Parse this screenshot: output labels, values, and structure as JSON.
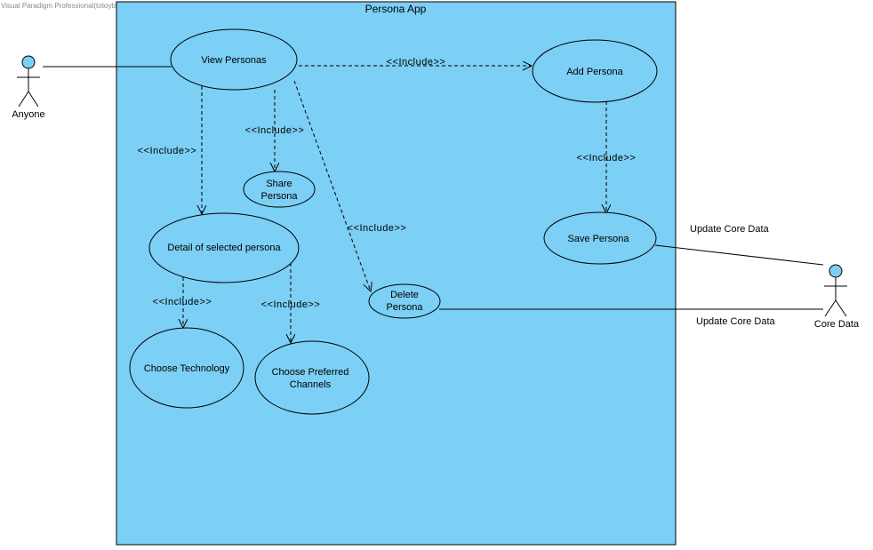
{
  "watermark": "Visual Paradigm Professional(totoybi(City University London))",
  "system": {
    "title": "Persona App",
    "fill": "#7ccff5"
  },
  "actors": [
    {
      "id": "anyone",
      "name": "Anyone"
    },
    {
      "id": "core-data",
      "name": "Core Data"
    }
  ],
  "use_cases": [
    {
      "id": "view-personas",
      "lines": [
        "View Personas"
      ]
    },
    {
      "id": "add-persona",
      "lines": [
        "Add Persona"
      ]
    },
    {
      "id": "share-persona",
      "lines": [
        "Share",
        "Persona"
      ]
    },
    {
      "id": "detail-selected-persona",
      "lines": [
        "Detail of selected persona"
      ]
    },
    {
      "id": "save-persona",
      "lines": [
        "Save Persona"
      ]
    },
    {
      "id": "delete-persona",
      "lines": [
        "Delete",
        "Persona"
      ]
    },
    {
      "id": "choose-technology",
      "lines": [
        "Choose Technology"
      ]
    },
    {
      "id": "choose-preferred-channels",
      "lines": [
        "Choose Preferred",
        "Channels"
      ]
    }
  ],
  "include_label": "<<Include>>",
  "includes": [
    {
      "from": "view-personas",
      "to": "add-persona"
    },
    {
      "from": "view-personas",
      "to": "share-persona"
    },
    {
      "from": "view-personas",
      "to": "detail-selected-persona"
    },
    {
      "from": "view-personas",
      "to": "delete-persona"
    },
    {
      "from": "add-persona",
      "to": "save-persona"
    },
    {
      "from": "detail-selected-persona",
      "to": "choose-technology"
    },
    {
      "from": "detail-selected-persona",
      "to": "choose-preferred-channels"
    }
  ],
  "associations": [
    {
      "actor": "anyone",
      "use_case": "view-personas",
      "label": ""
    },
    {
      "actor": "core-data",
      "use_case": "save-persona",
      "label": "Update Core Data"
    },
    {
      "actor": "core-data",
      "use_case": "delete-persona",
      "label": "Update Core Data"
    }
  ],
  "colors": {
    "actor_head": "#7ccff5",
    "line": "#000000"
  }
}
